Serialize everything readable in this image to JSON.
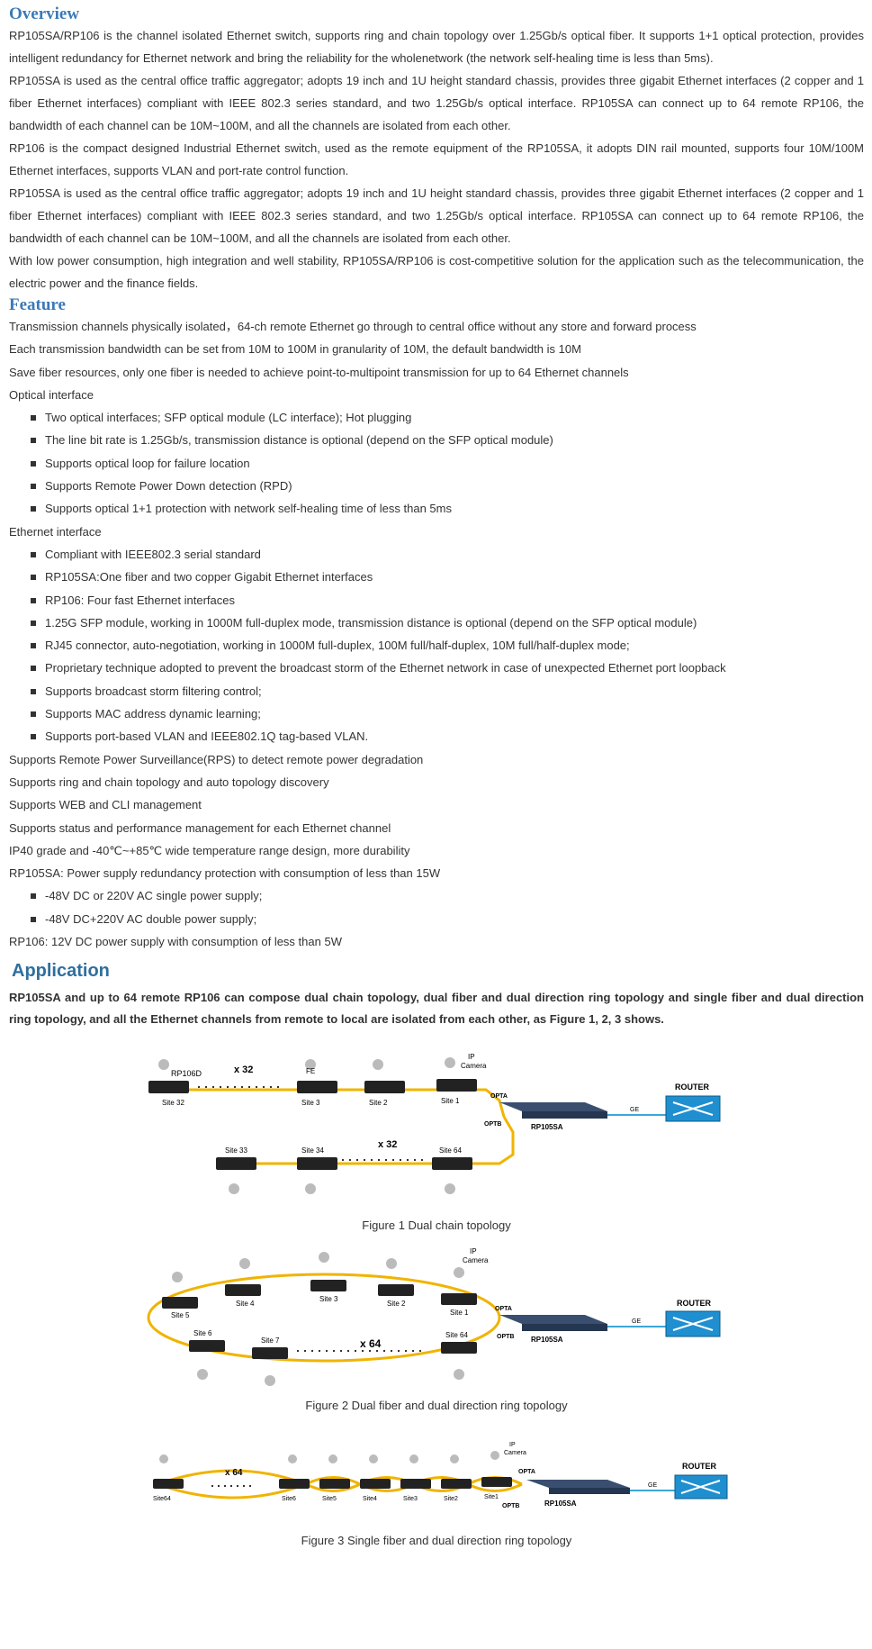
{
  "overview": {
    "title": "Overview",
    "paragraphs": [
      "RP105SA/RP106 is the channel isolated Ethernet switch, supports ring and chain topology over 1.25Gb/s optical fiber. It supports 1+1 optical protection, provides intelligent redundancy for Ethernet network and bring the reliability for the wholenetwork (the network self-healing time is less than 5ms).",
      "RP105SA is used as the central office traffic aggregator; adopts 19 inch and 1U height standard chassis, provides three gigabit Ethernet interfaces (2 copper and 1 fiber Ethernet interfaces) compliant with IEEE 802.3 series standard, and two 1.25Gb/s optical interface. RP105SA can connect up to 64 remote RP106, the bandwidth of each channel can be 10M~100M, and all the channels are isolated from each other.",
      "RP106 is the compact designed Industrial Ethernet switch, used as the remote equipment of the RP105SA, it adopts DIN rail mounted, supports four 10M/100M Ethernet interfaces, supports VLAN and port-rate control function.",
      "RP105SA is used as the central office traffic aggregator; adopts 19 inch and 1U height standard chassis, provides three gigabit Ethernet interfaces (2 copper and 1 fiber Ethernet interfaces) compliant with IEEE 802.3 series standard, and two 1.25Gb/s optical interface. RP105SA can connect up to 64 remote RP106, the bandwidth of each channel can be 10M~100M, and all the channels are isolated from each other.",
      "With low power consumption, high integration and well stability, RP105SA/RP106 is cost-competitive solution for the application such as the telecommunication, the electric power and the finance fields."
    ]
  },
  "feature": {
    "title": "Feature",
    "line1": "Transmission channels physically isolated，64-ch remote Ethernet go through to central office without any store and forward process",
    "line2": "Each transmission bandwidth can be set from 10M to 100M in granularity of 10M, the default bandwidth is 10M",
    "line3": "Save fiber resources, only one fiber is needed to achieve point-to-multipoint transmission for up to 64 Ethernet channels",
    "optical_heading": "Optical interface",
    "optical": [
      "Two optical interfaces; SFP optical module (LC interface); Hot plugging",
      "The line bit rate is 1.25Gb/s, transmission distance is optional (depend on the SFP optical module)",
      "Supports optical loop for failure location",
      "Supports Remote Power Down detection (RPD)",
      "Supports optical 1+1 protection with network self-healing time of less than 5ms"
    ],
    "ethernet_heading": "Ethernet interface",
    "ethernet": [
      "Compliant with IEEE802.3 serial standard",
      "RP105SA:One fiber and two copper Gigabit Ethernet interfaces",
      "RP106: Four fast Ethernet interfaces",
      "1.25G SFP module, working in 1000M full-duplex mode, transmission distance is optional (depend on the SFP optical module)",
      "RJ45 connector, auto-negotiation, working in 1000M full-duplex, 100M full/half-duplex, 10M full/half-duplex mode;",
      "Proprietary technique adopted to prevent the broadcast storm of the Ethernet network in case of unexpected Ethernet port loopback",
      "Supports broadcast storm filtering control;",
      "Supports MAC address dynamic learning;",
      "Supports port-based VLAN and IEEE802.1Q tag-based VLAN."
    ],
    "line4": "Supports Remote Power Surveillance(RPS) to detect remote power degradation",
    "line5": "Supports ring and chain topology and auto topology discovery",
    "line6": "Supports WEB and CLI management",
    "line7": "Supports status and performance management for each Ethernet channel",
    "line8": "IP40 grade and -40℃~+85℃ wide temperature range design, more durability",
    "line9": "RP105SA: Power supply redundancy protection with consumption of less than 15W",
    "power": [
      "-48V DC or 220V AC single power supply;",
      "-48V DC+220V AC double power supply;"
    ],
    "line10": "RP106: 12V DC power supply with consumption of less than 5W"
  },
  "application": {
    "title": "Application",
    "text": "RP105SA and up to 64 remote RP106 can compose dual chain topology, dual fiber and dual direction ring topology and single fiber and dual direction ring topology, and all the Ethernet channels from remote to local are isolated from each other, as Figure 1, 2, 3 shows."
  },
  "figures": {
    "fig1": {
      "caption": "Figure 1 Dual chain topology",
      "device": "RP106D",
      "central": "RP105SA",
      "router": "ROUTER",
      "fe": "FE",
      "ge": "GE",
      "opta": "OPTA",
      "optb": "OPTB",
      "ipcam_1": "IP",
      "ipcam_2": "Camera",
      "x32": "x 32",
      "sites_top": [
        "Site 32",
        "Site 3",
        "Site 2",
        "Site 1"
      ],
      "sites_bottom": [
        "Site 33",
        "Site 34",
        "Site 64"
      ]
    },
    "fig2": {
      "caption": "Figure 2 Dual fiber and dual direction ring topology",
      "x64": "x 64",
      "sites_top": [
        "Site 5",
        "Site 4",
        "Site 3",
        "Site 2",
        "Site 1"
      ],
      "sites_bottom": [
        "Site 6",
        "Site 7",
        "Site 64"
      ]
    },
    "fig3": {
      "caption": "Figure 3 Single fiber and dual direction ring topology",
      "x64": "x 64",
      "sites": [
        "Site64",
        "Site6",
        "Site5",
        "Site4",
        "Site3",
        "Site2",
        "Site1"
      ]
    }
  }
}
